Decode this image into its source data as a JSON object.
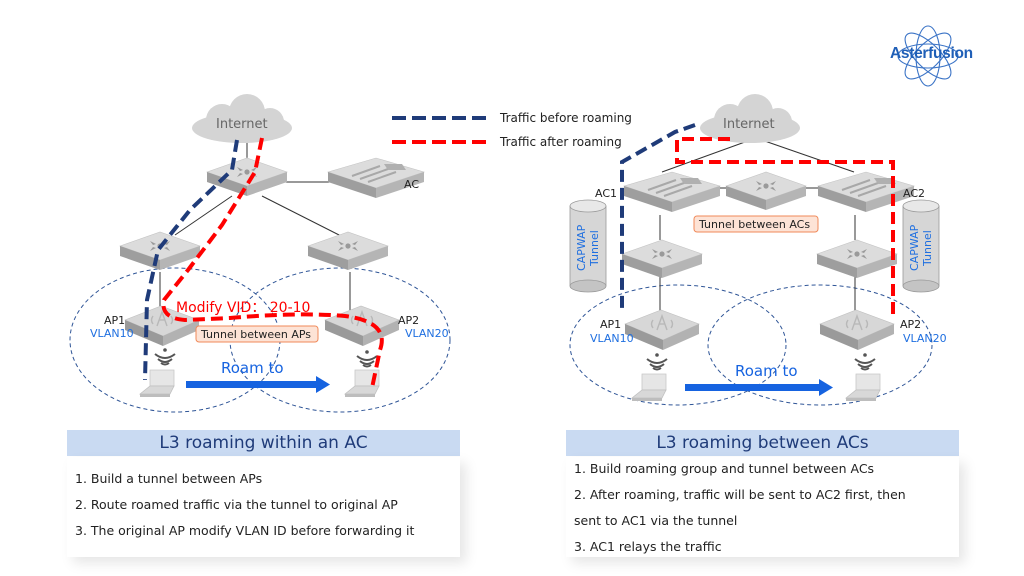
{
  "logo": {
    "name": "Asterfusion",
    "color": "#1f5fb7"
  },
  "legend": {
    "items": [
      {
        "label": "Traffic before roaming",
        "color": "#1f3b79"
      },
      {
        "label": "Traffic after roaming",
        "color": "#ff0000"
      }
    ]
  },
  "left_diagram": {
    "internet_label": "Internet",
    "ac_label": "AC",
    "ap1": {
      "name": "AP1",
      "vlan": "VLAN10"
    },
    "ap2": {
      "name": "AP2",
      "vlan": "VLAN20"
    },
    "modify_vid_label": "Modify VID： 20-10",
    "tunnel_label": "Tunnel between APs",
    "roam_label": "Roam to"
  },
  "right_diagram": {
    "internet_label": "Internet",
    "ac1_label": "AC1",
    "ac2_label": "AC2",
    "capwap_label_line1": "CAPWAP",
    "capwap_label_line2": "Tunnel",
    "ap1": {
      "name": "AP1",
      "vlan": "VLAN10"
    },
    "ap2": {
      "name": "AP2",
      "vlan": "VLAN20"
    },
    "tunnel_label": "Tunnel between ACs",
    "roam_label": "Roam to"
  },
  "left_panel": {
    "title": "L3 roaming within an AC",
    "lines": [
      "1. Build a tunnel between APs",
      "2. Route roamed traffic via the tunnel to original AP",
      "3. The original AP modify VLAN ID before forwarding it"
    ]
  },
  "right_panel": {
    "title": "L3 roaming between ACs",
    "lines": [
      "1. Build roaming group and tunnel between ACs",
      "2. After roaming, traffic will be sent to AC2 first, then",
      "sent to AC1 via the tunnel",
      "3. AC1 relays the traffic"
    ]
  },
  "colors": {
    "before_roaming": "#1f3b79",
    "after_roaming": "#ff0000",
    "vlan_text": "#1f6fe0",
    "roam_arrow": "#1663e0",
    "title_bg": "#c9daf2",
    "title_text": "#1f3b79",
    "tunnel_box_border": "#f08a5a",
    "tunnel_box_fill": "#fde3d6"
  }
}
